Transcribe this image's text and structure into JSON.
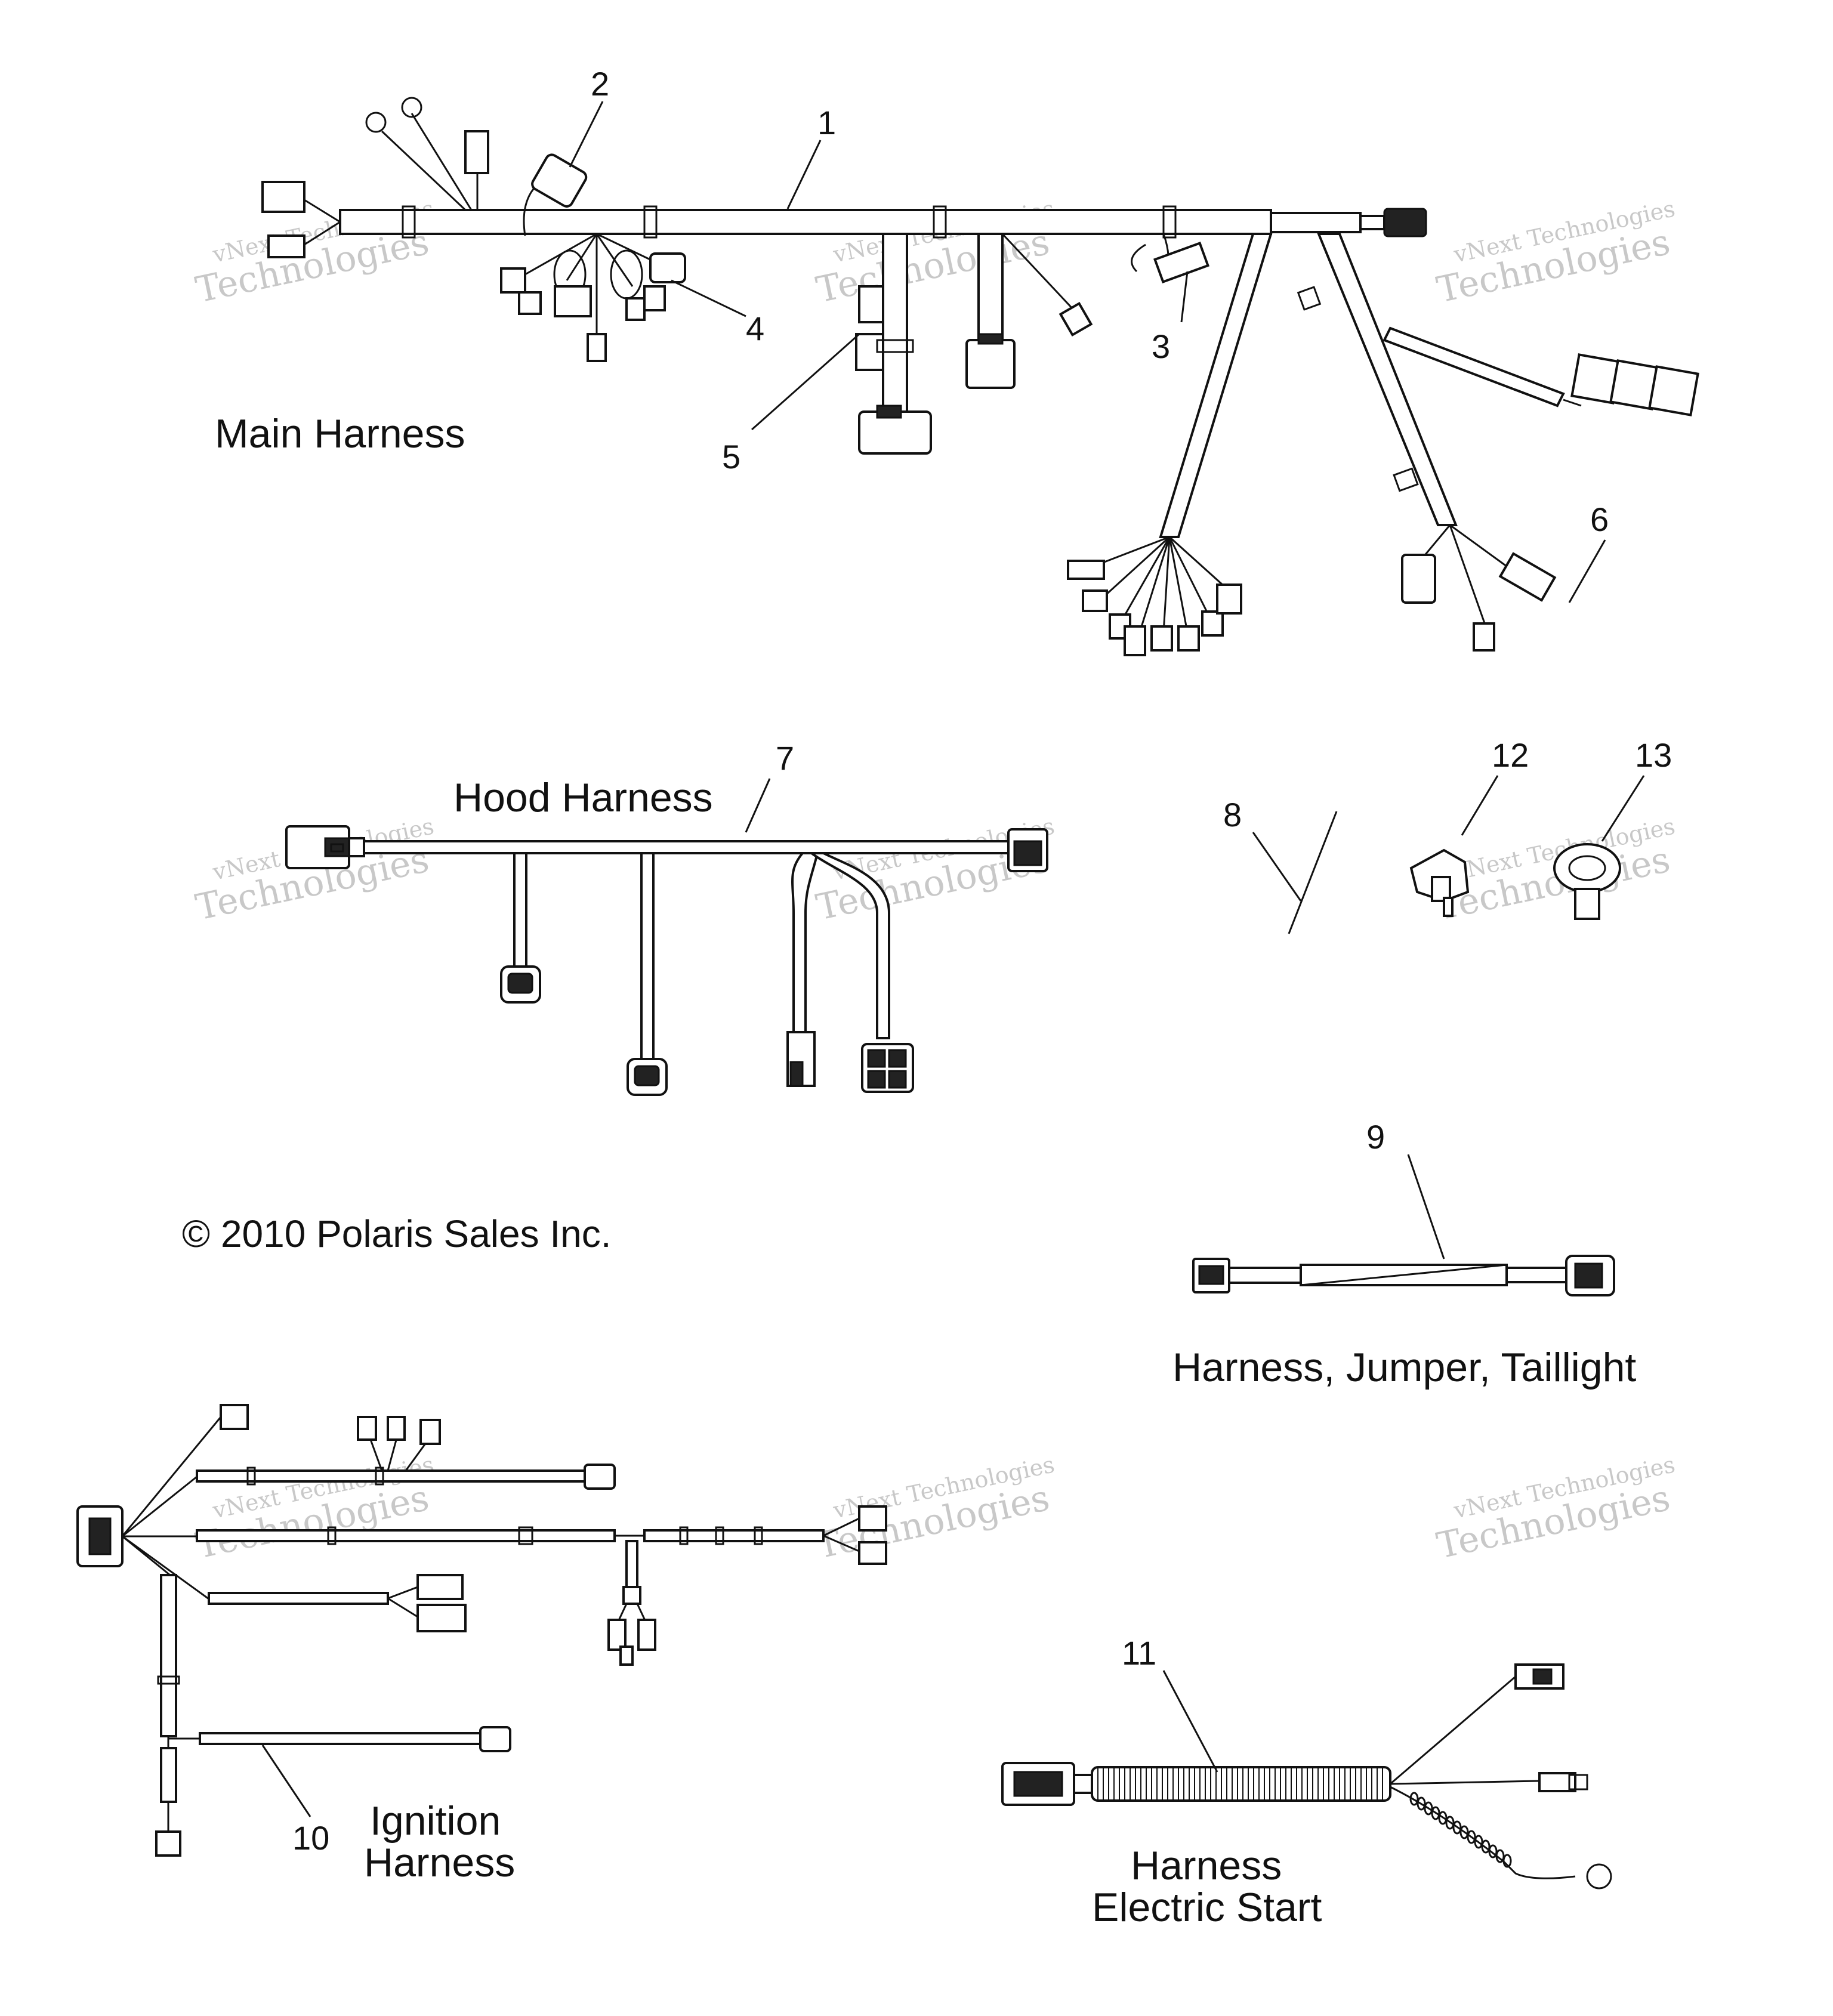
{
  "sections": {
    "main": "Main Harness",
    "hood": "Hood Harness",
    "taillight": "Harness, Jumper, Taillight",
    "ignition_line1": "Ignition",
    "ignition_line2": "Harness",
    "estart_line1": "Harness",
    "estart_line2": "Electric Start"
  },
  "callouts": [
    "1",
    "2",
    "3",
    "4",
    "5",
    "6",
    "7",
    "8",
    "9",
    "10",
    "11",
    "12",
    "13"
  ],
  "copyright": "© 2010 Polaris Sales Inc.",
  "watermark": {
    "line1": "vNext Technologies",
    "line2": "Technologies"
  }
}
